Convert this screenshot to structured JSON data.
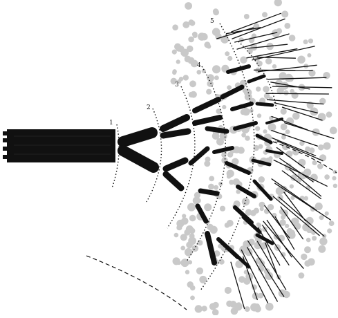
{
  "figure": {
    "stage_labels": [
      "1",
      "2",
      "3",
      "4",
      "5"
    ],
    "colors": {
      "ink": "#111111",
      "dots": "#c9c9c9",
      "background": "#ffffff"
    }
  }
}
